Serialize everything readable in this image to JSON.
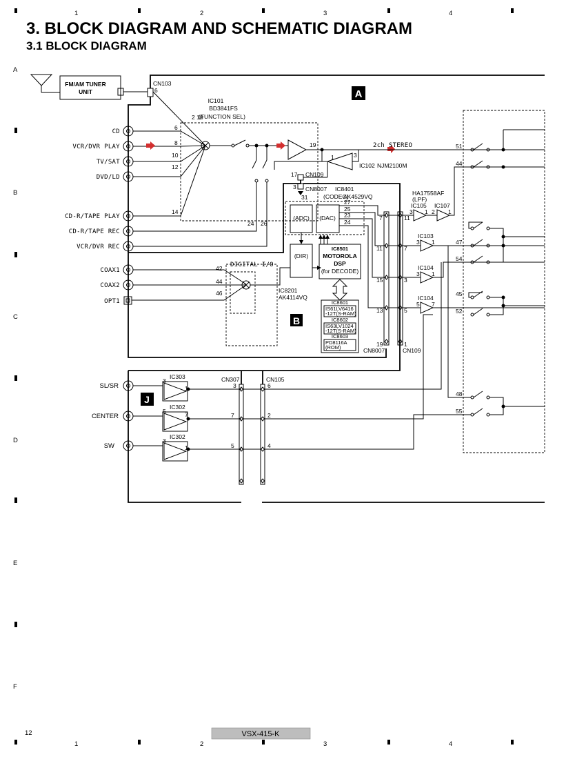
{
  "title": "3. BLOCK DIAGRAM AND SCHEMATIC DIAGRAM",
  "subtitle": "3.1  BLOCK DIAGRAM",
  "grid": {
    "columns": [
      "1",
      "2",
      "3",
      "4"
    ],
    "rows": [
      "A",
      "B",
      "C",
      "D",
      "E",
      "F"
    ]
  },
  "footer": {
    "page_number": "12",
    "model": "VSX-415-K"
  },
  "sections": {
    "a": "A",
    "b": "B",
    "j": "J"
  },
  "tuner": {
    "label_line1": "FM/AM TUNER",
    "label_line2": "UNIT",
    "connector": "CN103",
    "pin": "6"
  },
  "inputs": [
    {
      "label": "CD",
      "pin": "6"
    },
    {
      "label": "VCR/DVR PLAY",
      "pin": "8"
    },
    {
      "label": "TV/SAT",
      "pin": "10"
    },
    {
      "label": "DVD/LD",
      "pin": "12"
    },
    {
      "label": "CD-R/TAPE PLAY",
      "pin": "14"
    },
    {
      "label": "CD-R/TAPE REC",
      "pin": "24"
    },
    {
      "label": "VCR/DVR REC",
      "pin": "26"
    }
  ],
  "digital_inputs": [
    {
      "label": "COAX1",
      "pin": "42"
    },
    {
      "label": "COAX2",
      "pin": "44"
    },
    {
      "label": "OPT1",
      "pin": "46"
    }
  ],
  "ic101": {
    "name": "IC101",
    "part": "BD3841FS",
    "function": "(FUNCTION SEL)",
    "pins_top": "2  18",
    "out_pin": "19"
  },
  "ic102": {
    "name": "IC102",
    "part": "NJM2100M",
    "pin_in": "1",
    "pin_out": "3"
  },
  "stereo_label": "2ch STEREO",
  "cn109_top": {
    "name": "CN109",
    "pin": "17"
  },
  "cn8007_top": {
    "name": "CN8007",
    "pin3": "3",
    "pin31": "31"
  },
  "ic8401": {
    "name": "IC8401",
    "codec": "(CODEC)",
    "part": "AK4529VQ",
    "adc": "(ADC)",
    "dac": "(DAC)",
    "pins": [
      "27",
      "25",
      "23",
      "24"
    ]
  },
  "dir": {
    "label": "(DIR)"
  },
  "ic8501": {
    "name": "IC8501",
    "line1": "MOTOROLA",
    "line2": "DSP",
    "line3": "(for DECODE)"
  },
  "memory": [
    {
      "name": "IC8601",
      "line1": "IS61LV6416",
      "line2": "-12T(S-RAM)"
    },
    {
      "name": "IC8602",
      "line1": "IS63LV1024",
      "line2": "-12T(S-RAM)"
    },
    {
      "name": "IC8603",
      "line1": "PD8116A",
      "line2": "(ROM)"
    }
  ],
  "ic8201": {
    "name": "IC8201",
    "part": "AK4114VQ",
    "digital_io": "DIGITAL I/O"
  },
  "connector_pins": {
    "cn8007_left": [
      "7",
      "11",
      "15",
      "13",
      "19"
    ],
    "cn109_right": [
      "11",
      "7",
      "3",
      "5",
      "1"
    ]
  },
  "cn8007_bottom": "CN8007",
  "cn109_bottom": "CN109",
  "ic105": {
    "name": "IC105",
    "part": "HA17558AF",
    "func": "(LPF)",
    "pins": [
      "3",
      "1"
    ]
  },
  "ic107": {
    "name": "IC107",
    "pins": [
      "2",
      "1"
    ]
  },
  "ic103": {
    "name": "IC103",
    "pins": [
      "3",
      "1"
    ]
  },
  "ic104a": {
    "name": "IC104",
    "pins": [
      "3",
      "1"
    ]
  },
  "ic104b": {
    "name": "IC104",
    "pins": [
      "5",
      "7"
    ]
  },
  "right_pins": [
    "51",
    "44",
    "47",
    "54",
    "45",
    "52",
    "48",
    "55"
  ],
  "outputs": [
    {
      "label": "SL/SR",
      "ic": "IC303",
      "pin_in": "3",
      "pin_out": "1",
      "cn307": "3",
      "cn105": "6"
    },
    {
      "label": "CENTER",
      "ic": "IC302",
      "pin_in": "5",
      "pin_out": "7",
      "cn307": "7",
      "cn105": "2"
    },
    {
      "label": "SW",
      "ic": "IC302",
      "pin_in": "3",
      "pin_out": "1",
      "cn307": "5",
      "cn105": "4"
    }
  ],
  "cn307": "CN307",
  "cn105": "CN105"
}
